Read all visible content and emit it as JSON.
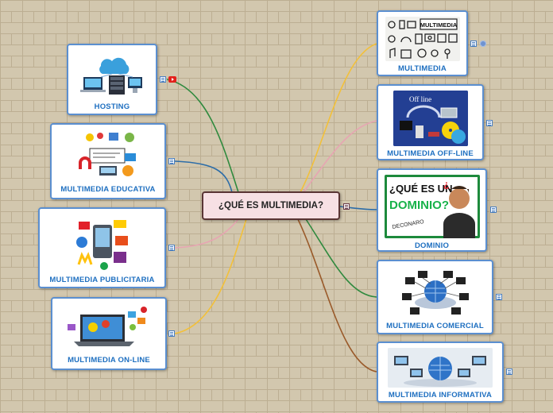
{
  "central": {
    "title": "¿QUÉ ES MULTIMEDIA?"
  },
  "left_nodes": [
    {
      "id": "hosting",
      "label": "HOSTING",
      "icon": "cloud-servers-image",
      "has_video_link": true
    },
    {
      "id": "educativa",
      "label": "MULTIMEDIA EDUCATIVA",
      "icon": "education-collage-image"
    },
    {
      "id": "publicitaria",
      "label": "MULTIMEDIA PUBLICITARIA",
      "icon": "advertising-logos-image"
    },
    {
      "id": "online",
      "label": "MULTIMEDIA ON-LINE",
      "icon": "laptop-media-image"
    }
  ],
  "right_nodes": [
    {
      "id": "multimedia",
      "label": "MULTIMEDIA",
      "icon": "media-icons-grid-image",
      "image_text": "MULTIMEDIA",
      "has_attachment": true
    },
    {
      "id": "offline",
      "label": "MULTIMEDIA OFF-LINE",
      "icon": "offline-media-devices-image",
      "image_text": "Off line"
    },
    {
      "id": "dominio",
      "label": "DOMINIO",
      "icon": "domain-explainer-image",
      "image_text_1": "¿QUÉ ES UN",
      "image_text_2": "DOMINIO?",
      "image_text_3": "DECONARO"
    },
    {
      "id": "comercial",
      "label": "MULTIMEDIA COMERCIAL",
      "icon": "network-globe-image"
    },
    {
      "id": "informativa",
      "label": "MULTIMEDIA INFORMATIVA",
      "icon": "globe-monitors-image"
    }
  ],
  "colors": {
    "background": "#d2c7ae",
    "node_border": "#5b8fd0",
    "label_text": "#1e6fc0",
    "central_fill": "#f7e0e4",
    "central_border": "#5a3535"
  }
}
